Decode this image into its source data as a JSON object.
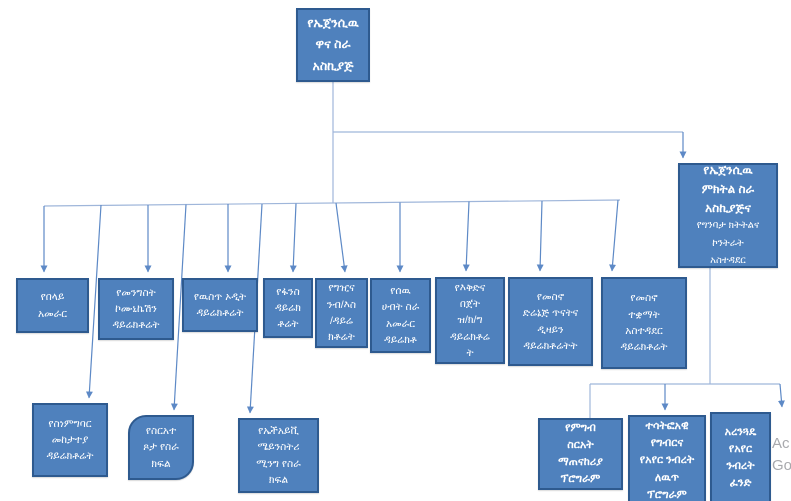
{
  "colors": {
    "node_fill": "#4f81bd",
    "node_border": "#2e5a8f",
    "connector_light": "#9fb6da",
    "connector_dark": "#5d89c6",
    "node_text": "#ffffff",
    "background": "#ffffff",
    "watermark_text": "#a8a9ad"
  },
  "root": {
    "label": "የኤጀንሲዉ\nዋና ስራ\nአስኪያጅ"
  },
  "deputy": {
    "title": "የኤጀንሲዉ\nምክትል ስራ\nአስኪያጅና",
    "subtitle": "የግንባታ ክትትልና\nኮንትራት\nአስተዳደር"
  },
  "directorates": [
    {
      "label": "የበላይ\nአመራር"
    },
    {
      "label": "የመንግስት\nኮሙኒኬሽን\nዳይሬክቶሬት"
    },
    {
      "label": "የዉስጥ ኦዲት\nዳይሬክቶሬት"
    },
    {
      "label": "የፋንስ\nዳይሬክ\nቶሬት"
    },
    {
      "label": "የግዢና\nንብ/እስ\n/ዳይሬ\nክቶሬት"
    },
    {
      "label": "የሰዉ\nሀብት ስራ\nአመራር\nዳይሬክቶ"
    },
    {
      "label": "የእቅድና\nበጀት\nዝ/ክ/ግ\nዳይሬክቶሬ\nት"
    },
    {
      "label": "የመስኖ\nድሬኔጅ ጥናትና\nዲዛይን\nዳይሬክቶሬትት"
    },
    {
      "label": "የመስኖ\nተቋማት\nአስተዳደር\nዳይሬክቶሬት"
    }
  ],
  "support_units": [
    {
      "label": "የስነምግባር\nመከታተያ\nዳይሬክቶሬት"
    },
    {
      "label": "የስርአተ\nጾታ የስራ\nክፍል"
    },
    {
      "label": "የኤችአይቪ\nሜይንስትሪ\nሚንግ የስራ\nክፍል"
    }
  ],
  "programs": [
    {
      "label": "የምግብ\nስርአት\nማጠናከሪያ\nፕሮግራም"
    },
    {
      "label": "ተሳትፎአዊ\nየግብርና\nየአየር ንብረት\nለዉጥ\nፕሮግራም"
    },
    {
      "label": "አረንጓዴ\nየአየር\nንብረት\nፈንድ"
    }
  ],
  "watermark": {
    "line1": "Ac",
    "line2": "Go"
  }
}
